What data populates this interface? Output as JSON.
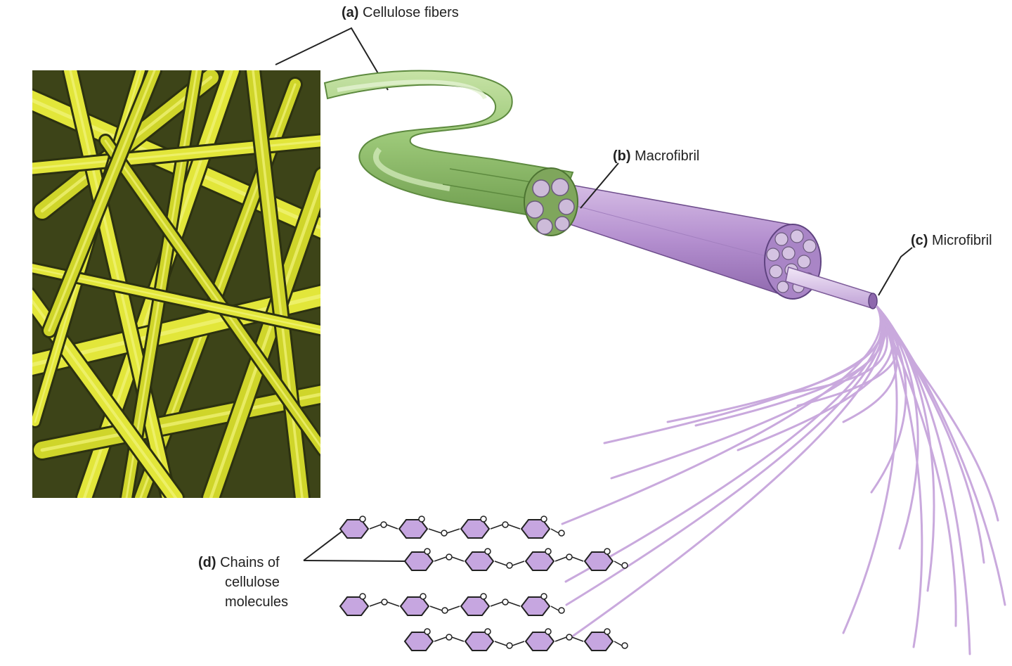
{
  "labels": {
    "a": {
      "letter": "(a)",
      "text": "Cellulose fibers"
    },
    "b": {
      "letter": "(b)",
      "text": "Macrofibril"
    },
    "c": {
      "letter": "(c)",
      "text": "Microfibril"
    },
    "d": {
      "letter": "(d)",
      "lines": [
        "Chains of",
        "cellulose",
        "molecules"
      ]
    }
  },
  "colors": {
    "micrograph_bg": "#3d4418",
    "micrograph_fiber": "#d6dc2c",
    "fiber_green": "#9cc878",
    "macrofibril_purple": "#b48fcf",
    "microfibril_strand": "#c9a9dd",
    "glucose_ring": "#c6a6e0",
    "outline": "#222222"
  }
}
